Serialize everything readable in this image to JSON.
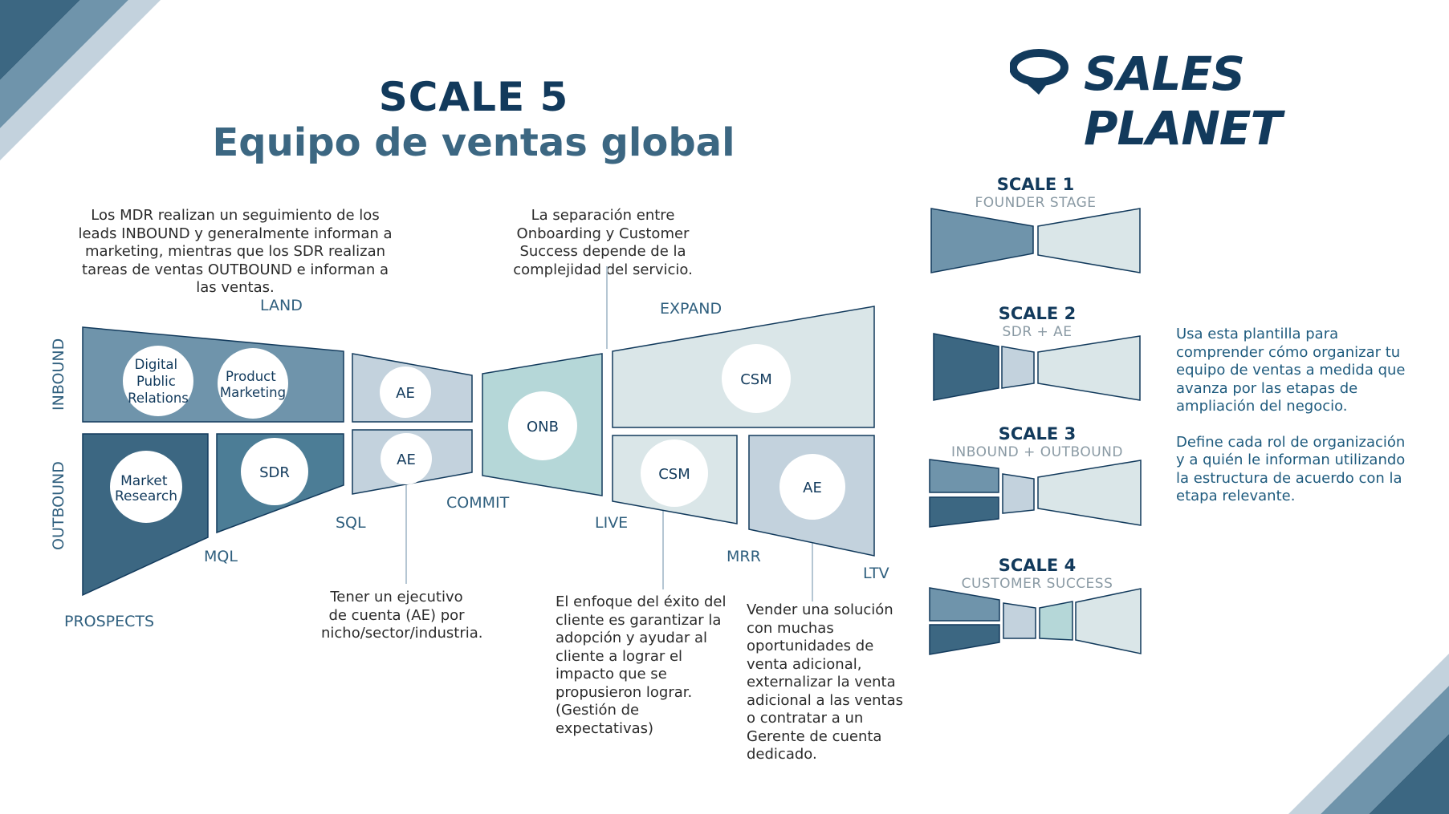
{
  "header": {
    "title": "SCALE 5",
    "subtitle": "Equipo de ventas global",
    "logo_text": "SALES PLANET"
  },
  "notes": {
    "mdr_sdr": "Los MDR realizan un seguimiento de los leads INBOUND y generalmente informan a marketing, mientras que los SDR realizan tareas de ventas OUTBOUND e informan a las ventas.",
    "onboarding": "La separación entre Onboarding y Customer Success depende de la complejidad del servicio.",
    "ae_niche": "Tener un ejecutivo de cuenta (AE) por nicho/sector/industria.",
    "csm_focus": "El enfoque del éxito del cliente es garantizar la adopción y ayudar al cliente a lograr el impacto que se propusieron lograr. (Gestión de expectativas)",
    "ae_expand": "Vender una solución con muchas oportunidades de venta adicional, externalizar la venta adicional a las ventas o contratar a un Gerente de cuenta dedicado."
  },
  "stages": {
    "land": "LAND",
    "expand": "EXPAND",
    "prospects": "PROSPECTS",
    "mql": "MQL",
    "sql": "SQL",
    "commit": "COMMIT",
    "live": "LIVE",
    "mrr": "MRR",
    "ltv": "LTV",
    "inbound": "INBOUND",
    "outbound": "OUTBOUND"
  },
  "roles": {
    "digital_pr": [
      "Digital",
      "Public",
      "Relations"
    ],
    "product_marketing": [
      "Product",
      "Marketing"
    ],
    "market_research": [
      "Market",
      "Research"
    ],
    "sdr": "SDR",
    "ae_top": "AE",
    "ae_bottom": "AE",
    "onb": "ONB",
    "csm_top": "CSM",
    "csm_bottom": "CSM",
    "ae_right": "AE"
  },
  "scales": [
    {
      "title": "SCALE 1",
      "subtitle": "FOUNDER STAGE"
    },
    {
      "title": "SCALE 2",
      "subtitle": "SDR + AE"
    },
    {
      "title": "SCALE 3",
      "subtitle": "INBOUND + OUTBOUND"
    },
    {
      "title": "SCALE 4",
      "subtitle": "CUSTOMER SUCCESS"
    }
  ],
  "intro": {
    "p1": "Usa esta plantilla para comprender cómo organizar tu equipo de ventas a medida que avanza por las etapas de ampliación del negocio.",
    "p2": "Define cada rol de organización y a quién le informan utilizando la estructura de acuerdo con la etapa relevante."
  },
  "colors": {
    "dark_navy": "#123a5c",
    "dark_blue": "#3c6782",
    "mid_blue": "#6f94ab",
    "steel": "#4c7d96",
    "light_blue": "#c3d2dd",
    "teal": "#b5d7d8",
    "pale": "#dae6e8"
  }
}
